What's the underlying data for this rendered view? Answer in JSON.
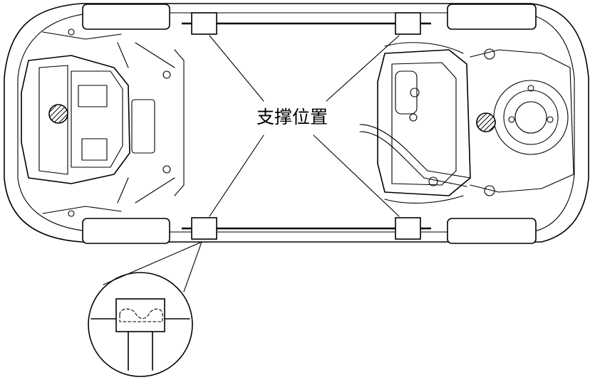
{
  "diagram": {
    "callout_label": "支撑位置",
    "support_points": [
      "front-left",
      "rear-left",
      "front-right",
      "rear-right"
    ],
    "colors": {
      "line": "#000000",
      "background": "#ffffff"
    }
  }
}
